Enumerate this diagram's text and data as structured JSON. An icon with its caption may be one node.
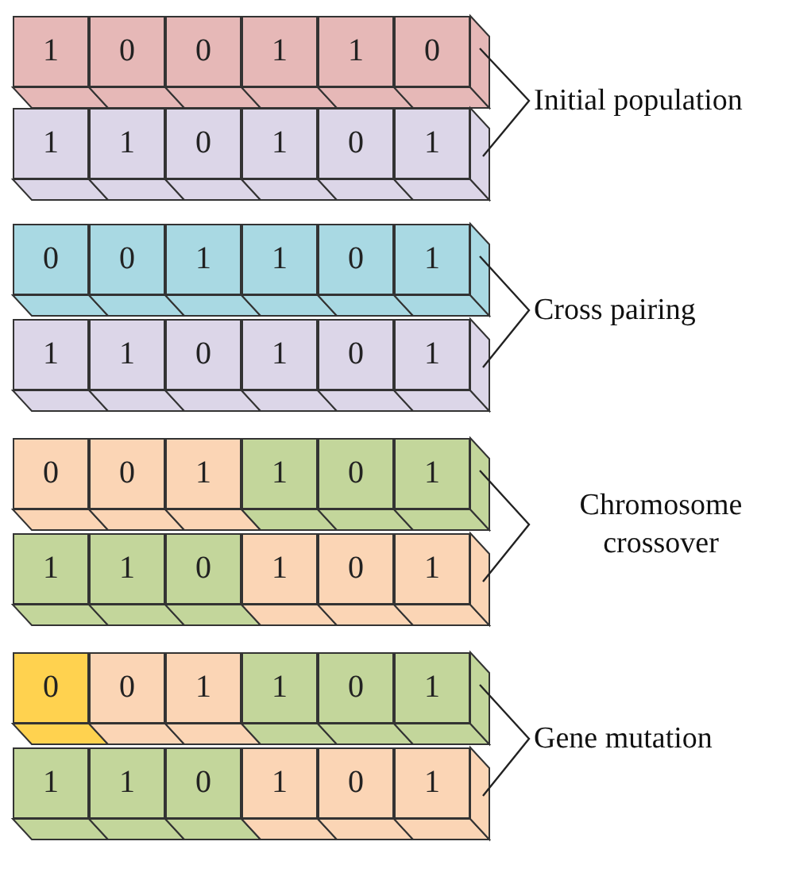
{
  "diagram": {
    "nodes": [
      {
        "text": [
          "1"
        ]
      },
      {
        "text": [
          "0"
        ]
      },
      {
        "text": [
          "0"
        ]
      },
      {
        "text": [
          "1"
        ]
      },
      {
        "text": [
          "1"
        ]
      },
      {
        "text": [
          "0"
        ]
      },
      {
        "text": [
          "1"
        ]
      },
      {
        "text": [
          "1"
        ]
      },
      {
        "text": [
          "0"
        ]
      },
      {
        "text": [
          "1"
        ]
      },
      {
        "text": [
          "0"
        ]
      },
      {
        "text": [
          "1"
        ]
      },
      {
        "text": [
          "0"
        ]
      },
      {
        "text": [
          "0"
        ]
      },
      {
        "text": [
          "1"
        ]
      },
      {
        "text": [
          "1"
        ]
      },
      {
        "text": [
          "0"
        ]
      },
      {
        "text": [
          "1"
        ]
      },
      {
        "text": [
          "1"
        ]
      },
      {
        "text": [
          "1"
        ]
      },
      {
        "text": [
          "0"
        ]
      },
      {
        "text": [
          "1"
        ]
      },
      {
        "text": [
          "0"
        ]
      },
      {
        "text": [
          "1"
        ]
      },
      {
        "text": [
          "0"
        ]
      },
      {
        "text": [
          "0"
        ]
      },
      {
        "text": [
          "1"
        ]
      },
      {
        "text": [
          "1"
        ]
      },
      {
        "text": [
          "0"
        ]
      },
      {
        "text": [
          "1"
        ]
      },
      {
        "text": [
          "1"
        ]
      },
      {
        "text": [
          "1"
        ]
      },
      {
        "text": [
          "0"
        ]
      },
      {
        "text": [
          "1"
        ]
      },
      {
        "text": [
          "0"
        ]
      },
      {
        "text": [
          "1"
        ]
      },
      {
        "text": [
          "0"
        ]
      },
      {
        "text": [
          "0"
        ]
      },
      {
        "text": [
          "1"
        ]
      },
      {
        "text": [
          "1"
        ]
      },
      {
        "text": [
          "0"
        ]
      },
      {
        "text": [
          "1"
        ]
      },
      {
        "text": [
          "1"
        ]
      },
      {
        "text": [
          "1"
        ]
      },
      {
        "text": [
          "0"
        ]
      },
      {
        "text": [
          "1"
        ]
      },
      {
        "text": [
          "0"
        ]
      },
      {
        "text": [
          "1"
        ]
      }
    ],
    "labels": [
      "Initial population",
      "Cross pairing",
      "Chromosome crossover",
      "Gene mutation"
    ]
  }
}
